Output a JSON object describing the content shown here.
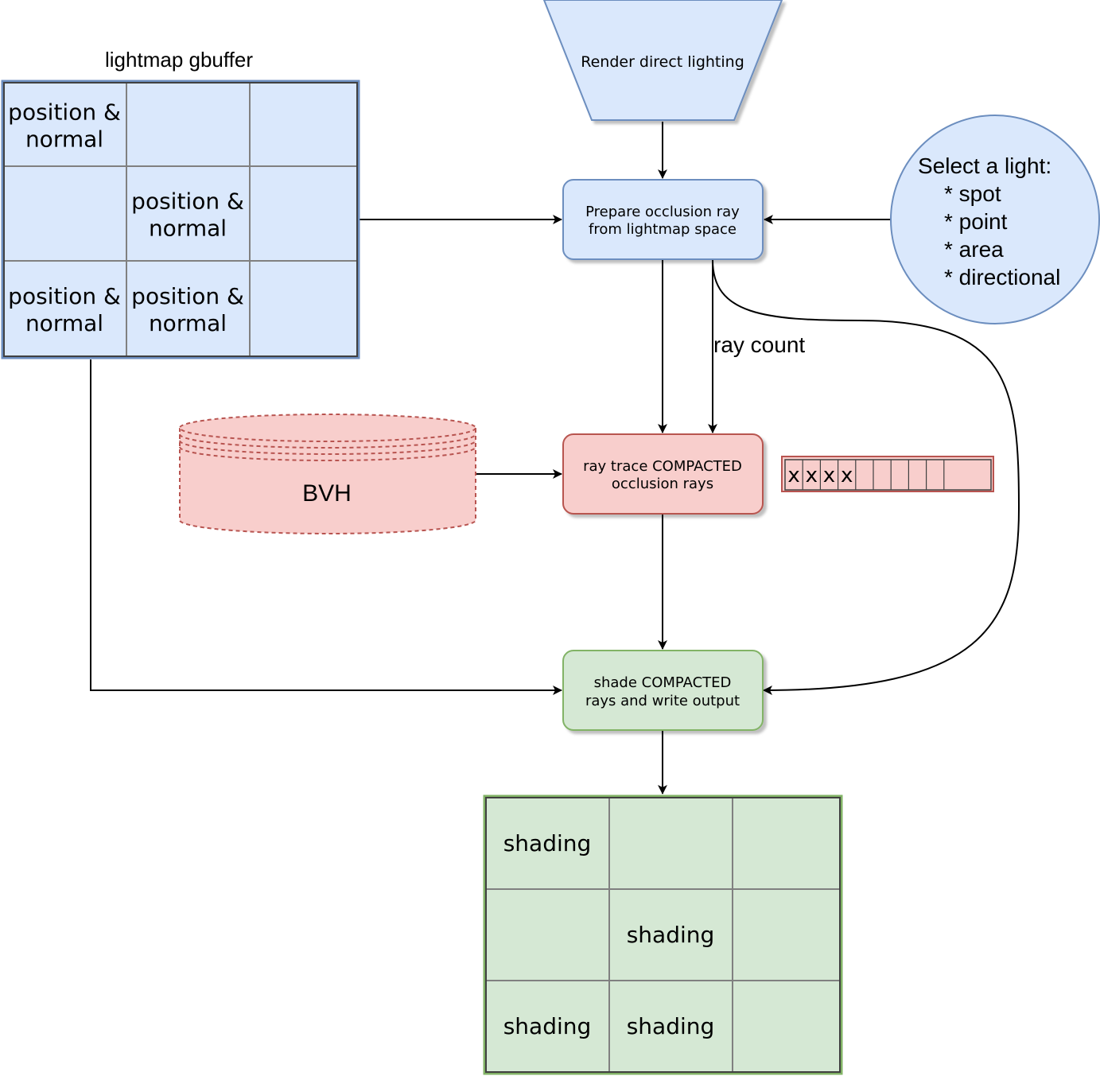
{
  "gbuffer": {
    "title": "lightmap gbuffer",
    "cells": [
      [
        "position & normal",
        "",
        ""
      ],
      [
        "",
        "position & normal",
        ""
      ],
      [
        "position & normal",
        "position & normal",
        ""
      ]
    ]
  },
  "render_direct": {
    "label": "Render direct lighting"
  },
  "prepare": {
    "lines": [
      "Prepare occlusion ray",
      "from lightmap space"
    ]
  },
  "light_select": {
    "lines": [
      "Select a light:",
      "* spot",
      "* point",
      "* area",
      "* directional"
    ]
  },
  "ray_count": {
    "label": "ray count"
  },
  "bvh": {
    "label": "BVH"
  },
  "trace": {
    "lines": [
      "ray trace COMPACTED",
      "occlusion rays"
    ]
  },
  "ray_buffer": {
    "cells": [
      "x",
      "x",
      "x",
      "x",
      "",
      "",
      "",
      "",
      "",
      ""
    ]
  },
  "shade": {
    "lines": [
      "shade COMPACTED",
      "rays and write output"
    ]
  },
  "output": {
    "cells": [
      [
        "shading",
        "",
        ""
      ],
      [
        "",
        "shading",
        ""
      ],
      [
        "shading",
        "shading",
        ""
      ]
    ]
  },
  "colors": {
    "blue_fill": "#dae8fc",
    "blue_stroke": "#6c8ebf",
    "red_fill": "#f8cecc",
    "red_stroke": "#b85450",
    "green_fill": "#d5e8d4",
    "green_stroke": "#82b366",
    "grid_dark": "#404040",
    "grid_line": "#808080"
  }
}
